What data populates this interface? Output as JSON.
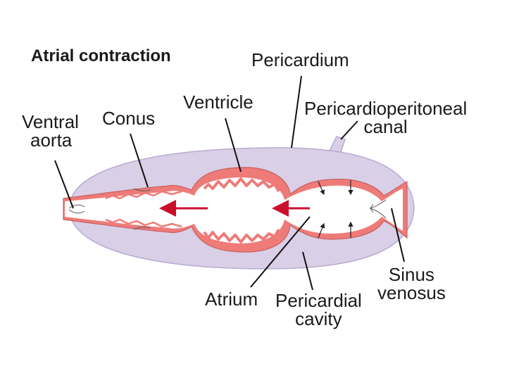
{
  "title": "Atrial contraction",
  "labels": {
    "pericardium": "Pericardium",
    "ventricle": "Ventricle",
    "pericardioperitoneal_1": "Pericardioperitoneal",
    "pericardioperitoneal_2": "canal",
    "ventral_1": "Ventral",
    "ventral_2": "aorta",
    "conus": "Conus",
    "sinus_1": "Sinus",
    "sinus_2": "venosus",
    "atrium": "Atrium",
    "pericardial_1": "Pericardial",
    "pericardial_2": "cavity"
  },
  "colors": {
    "pericardium_fill": "#d9cfe6",
    "pericardium_stroke": "#b9aad3",
    "heart_wall": "#ee7b78",
    "heart_lumen": "#ffffff",
    "flow_arrow": "#c8102e",
    "leader_line": "#111111"
  }
}
